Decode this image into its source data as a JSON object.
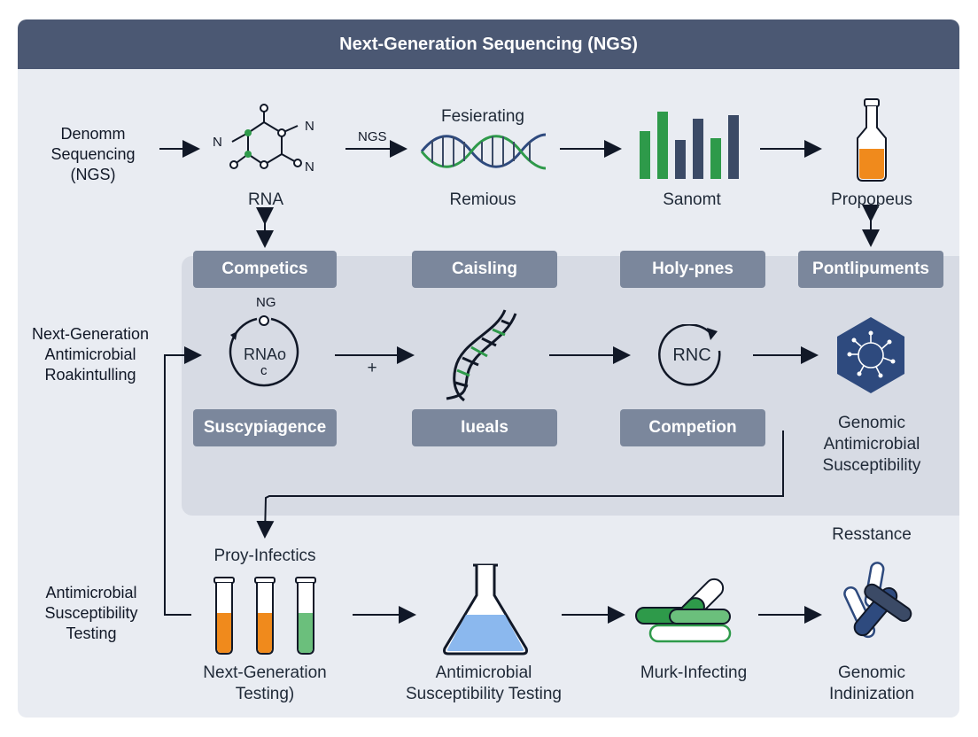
{
  "header": {
    "title": "Next-Generation Sequencing (NGS)"
  },
  "side_labels": {
    "row1": "Denomm\nSequencing\n(NGS)",
    "row2": "Next-Generation\nAntimicrobial\nRoakintulling",
    "row3": "Antimicrobial\nSusceptibility\nTesting"
  },
  "row1": {
    "molecule_label": "RNA",
    "molecule_atom_left": "N",
    "molecule_atom_right_top": "N",
    "molecule_atom_right_bottom": "N",
    "arrow_label": "NGS",
    "dna_top": "Fesierating",
    "dna_label": "Remious",
    "bars_label": "Sanomt",
    "flask_label": "Propopeus"
  },
  "row2": {
    "pills_top": [
      "Competics",
      "Caisling",
      "Holy-pnes",
      "Pontlipuments"
    ],
    "rna_cycle_top": "NG",
    "rna_cycle_text": "RNAo",
    "rna_cycle_sub": "c",
    "plus": "+",
    "rnc_text": "RNC",
    "pills_bottom": [
      "Suscypiagence",
      "Iueals",
      "Competion"
    ],
    "hex_label": "Genomic\nAntimicrobial\nSusceptibility"
  },
  "row3": {
    "tubes_top": "Proy-Infectics",
    "tubes_label": "Next-Generation\nTesting)",
    "flask_label": "Antimicrobial\nSusceptibility Testing",
    "pills_label": "Murk-Infecting",
    "vials_top": "Resstance",
    "vials_label": "Genomic\nIndinization"
  },
  "colors": {
    "header": "#4b5873",
    "frame": "#e9ecf2",
    "panel": "#d7dbe4",
    "pill": "#7b879c",
    "green": "#2e9a4a",
    "navy": "#3b4a66",
    "orange": "#f08a1c",
    "blue": "#2e4a7e",
    "lightblue": "#8bb8ee"
  }
}
